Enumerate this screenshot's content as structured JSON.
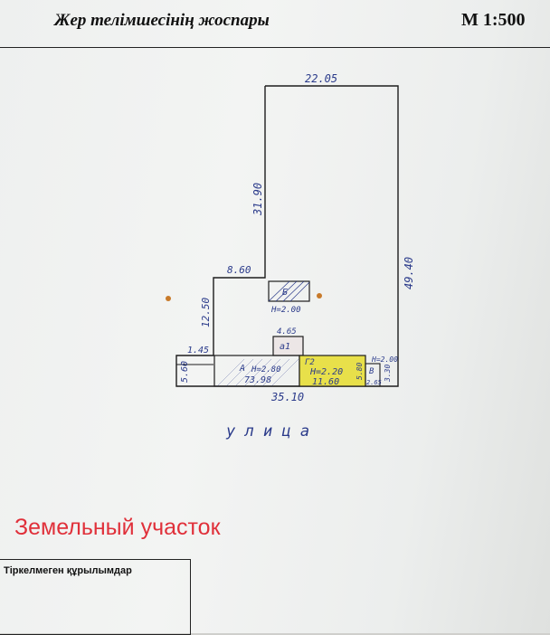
{
  "header": {
    "title": "Жер телімшесінің жоспары",
    "scale": "М 1:500"
  },
  "plan": {
    "dim_top": "22.05",
    "dim_left_upper": "31.90",
    "dim_right": "49.40",
    "dim_step": "8.60",
    "dim_left_mid": "12.50",
    "dim_left_small": "1.45",
    "dim_left_bottom": "5.60",
    "dim_bottom": "35.10",
    "outbuilding_label": "Б",
    "outbuilding_height": "H=2.00",
    "annex_dim": "4.65",
    "annex_label": "а1",
    "house_label": "А",
    "house_height": "H=2.80",
    "house_area": "73.98",
    "garage_label": "Г2",
    "garage_height": "H=2.20",
    "garage_area": "11.60",
    "garage_depth": "5.80",
    "shed_label": "В",
    "shed_height": "H=2.00",
    "shed_width": "2.65",
    "shed_depth": "3.30",
    "street": "у л и ц а",
    "colors": {
      "garage_fill": "#e8e04a",
      "ink": "#1d1d1d",
      "pen": "#2a3a8a",
      "tree": "#c87a2a"
    }
  },
  "caption": "Земельный участок",
  "footer": {
    "title": "Тіркелмеген құрылымдар"
  }
}
